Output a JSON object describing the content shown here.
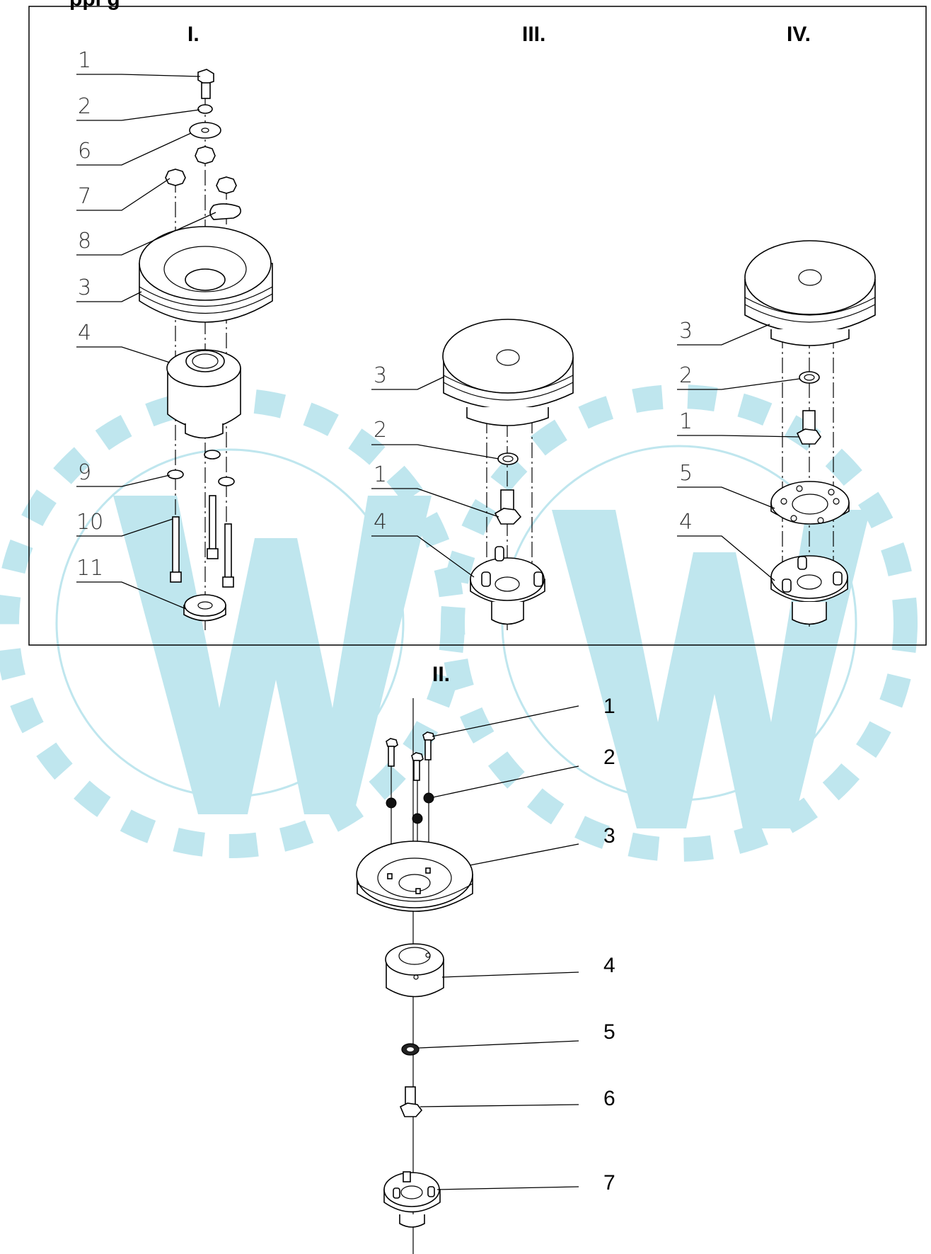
{
  "header": {
    "title_fragment": "ppi g"
  },
  "watermark": {
    "color": "#bfe6ee",
    "icon": "gear-logo-icon"
  },
  "views": {
    "I": {
      "label": "I.",
      "callouts": [
        "1",
        "2",
        "6",
        "7",
        "8",
        "3",
        "4",
        "9",
        "10",
        "11"
      ]
    },
    "III": {
      "label": "III.",
      "callouts": [
        "3",
        "2",
        "1",
        "4"
      ]
    },
    "IV": {
      "label": "IV.",
      "callouts": [
        "3",
        "2",
        "1",
        "5",
        "4"
      ]
    },
    "II": {
      "label": "II.",
      "callouts": [
        "1",
        "2",
        "3",
        "4",
        "5",
        "6",
        "7"
      ]
    }
  }
}
